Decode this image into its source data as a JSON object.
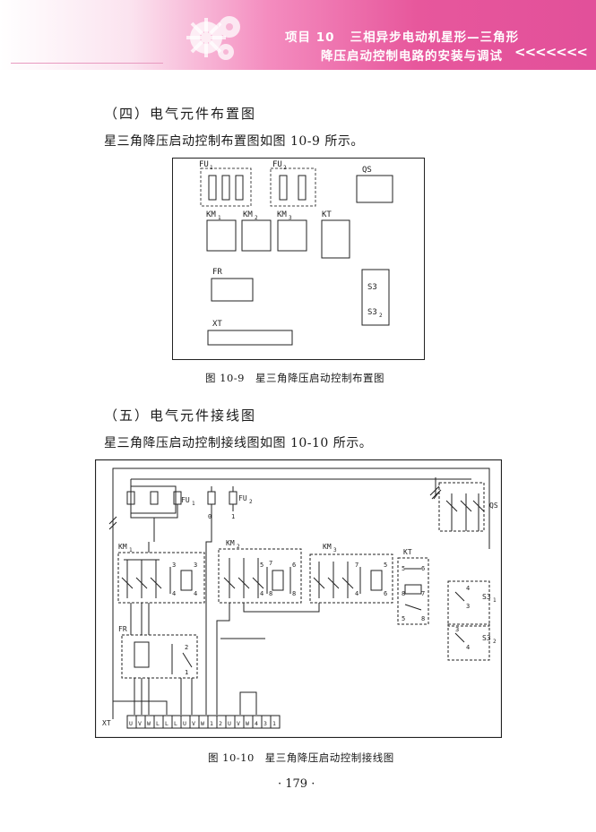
{
  "header": {
    "project_label": "项目 10",
    "title_line1": "三相异步电动机星形—三角形",
    "title_line2": "降压启动控制电路的安装与调试",
    "chevrons": "<<<<<<<"
  },
  "section4": {
    "title": "（四）电气元件布置图",
    "intro": "星三角降压启动控制布置图如图 10-9 所示。",
    "caption": "图 10-9　星三角降压启动控制布置图",
    "labels": {
      "fu1": "FU",
      "fu1_sub": "1",
      "fu2": "FU",
      "fu2_sub": "2",
      "qs": "QS",
      "km1": "KM",
      "km1_sub": "1",
      "km2": "KM",
      "km2_sub": "2",
      "km3": "KM",
      "km3_sub": "3",
      "kt": "KT",
      "fr": "FR",
      "sb1": "S3",
      "sb2": "S3",
      "sb2_sub": "2",
      "xt": "XT"
    }
  },
  "section5": {
    "title": "（五）电气元件接线图",
    "intro": "星三角降压启动控制接线图如图 10-10 所示。",
    "caption": "图 10-10　星三角降压启动控制接线图",
    "labels": {
      "fu1": "FU",
      "fu1_sub": "1",
      "fu2": "FU",
      "fu2_sub": "2",
      "qs": "QS",
      "km1": "KM",
      "km1_sub": "1",
      "km2": "KM",
      "km2_sub": "2",
      "km3": "KM",
      "km3_sub": "3",
      "kt": "KT",
      "fr": "FR",
      "sb1": "S3",
      "sb1_sub": "1",
      "sb2": "S3",
      "sb2_sub": "2",
      "xt": "XT",
      "fu2_nums": [
        "0",
        "1"
      ],
      "km1_nums": [
        "3",
        "4",
        "3",
        "4"
      ],
      "km2_nums": [
        "5",
        "4",
        "7",
        "8",
        "6",
        "8"
      ],
      "km3_nums": [
        "7",
        "4",
        "5",
        "6"
      ],
      "kt_nums": [
        "5",
        "6",
        "8",
        "7",
        "5",
        "8"
      ],
      "sb1_nums": [
        "4",
        "3"
      ],
      "sb2_nums": [
        "3",
        "4"
      ],
      "fr_nums": [
        "2",
        "1"
      ],
      "terminals": [
        "U",
        "V",
        "W",
        "L",
        "L",
        "L",
        "U",
        "V",
        "W",
        "1",
        "2",
        "U",
        "V",
        "W",
        "4",
        "3",
        "1"
      ]
    }
  },
  "footer": {
    "page_number": "· 179 ·"
  }
}
